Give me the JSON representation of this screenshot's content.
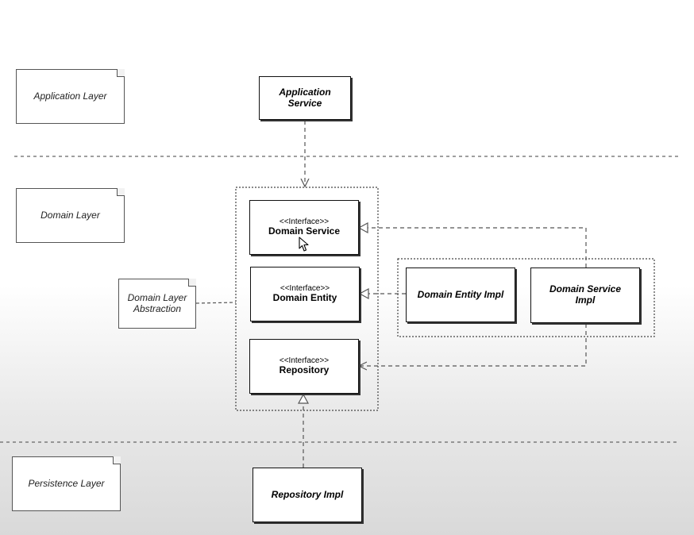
{
  "layers": {
    "application": "Application Layer",
    "domain": "Domain Layer",
    "persistence": "Persistence Layer"
  },
  "notes": {
    "abstraction_line1": "Domain Layer",
    "abstraction_line2": "Abstraction"
  },
  "classes": {
    "application_service": {
      "line1": "Application",
      "line2": "Service"
    },
    "domain_service": {
      "stereotype": "<<Interface>>",
      "name": "Domain Service"
    },
    "domain_entity": {
      "stereotype": "<<Interface>>",
      "name": "Domain Entity"
    },
    "repository": {
      "stereotype": "<<Interface>>",
      "name": "Repository"
    },
    "domain_entity_impl": {
      "name": "Domain Entity Impl"
    },
    "domain_service_impl": {
      "line1": "Domain Service",
      "line2": "Impl"
    },
    "repository_impl": {
      "name": "Repository Impl"
    }
  },
  "colors": {
    "line": "#555555",
    "box_border": "#111111",
    "box_fill": "#ffffff"
  }
}
